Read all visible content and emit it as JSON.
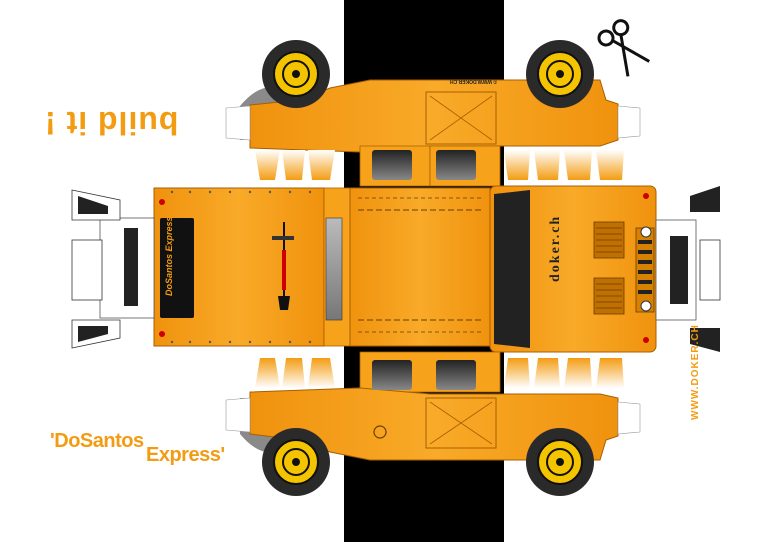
{
  "labels": {
    "build_title": "build it !",
    "model_name_line1": "'DoSantos",
    "model_name_line2": "Express'",
    "brand_url": "WWW.DOKER.CH",
    "side_panel_text": "DoSantos Express",
    "copyright_text": "© WWW.DOKER.CH",
    "hood_text": "doker.ch"
  },
  "icons": {
    "scissors": "scissors-icon"
  },
  "colors": {
    "body": "#f7a21b",
    "body_dark": "#e08a0a",
    "accent_text": "#f39c12",
    "tire": "#2a2a2a",
    "hub": "#f5c400",
    "background_strip": "#000000"
  }
}
